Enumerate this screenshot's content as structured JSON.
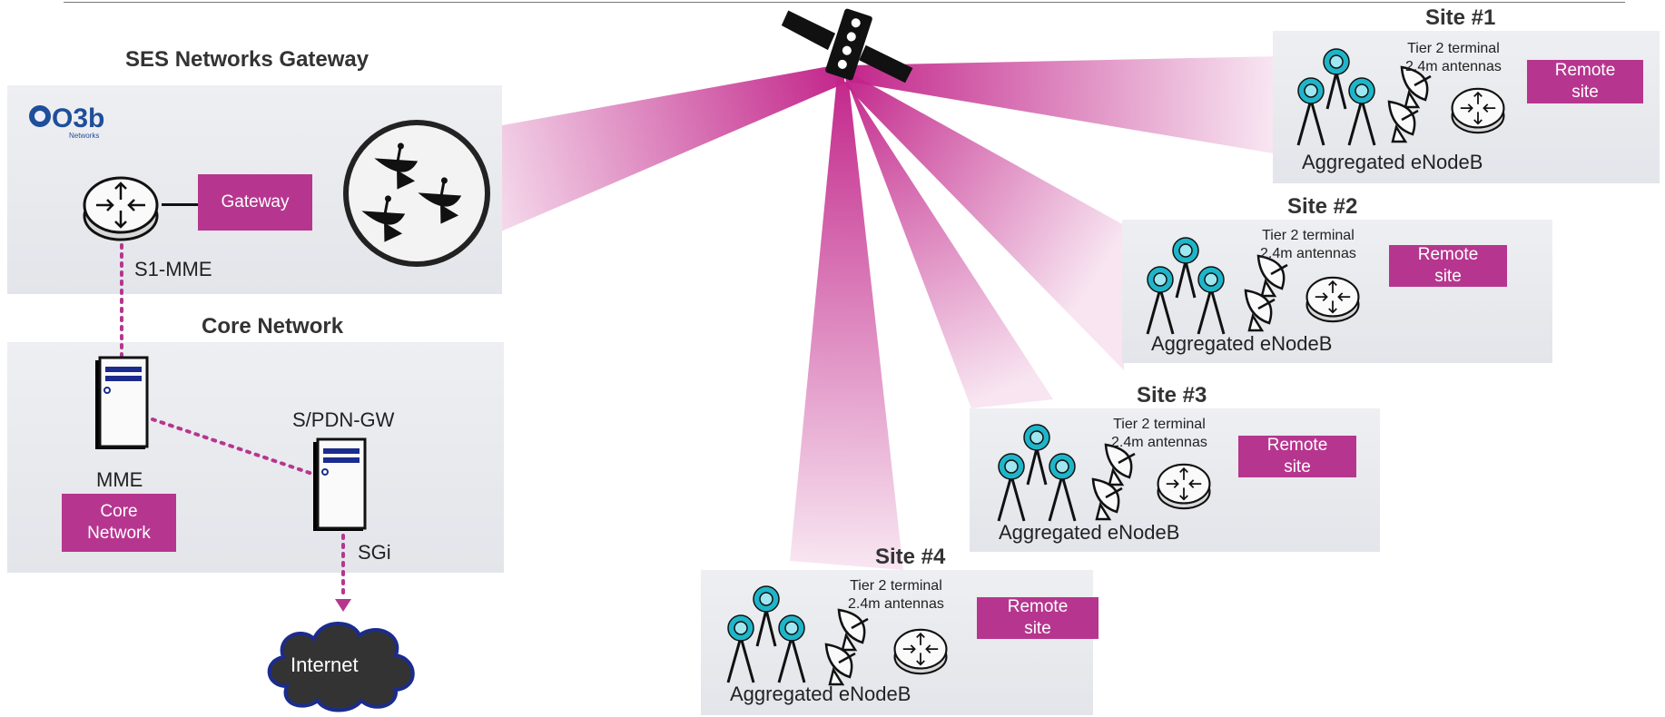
{
  "gateway": {
    "title": "SES Networks Gateway",
    "logo_text": "O3b",
    "logo_subtext": "Networks",
    "badge": "Gateway",
    "link_label": "S1-MME"
  },
  "core": {
    "title": "Core Network",
    "mme_label": "MME",
    "pgw_label": "S/PDN-GW",
    "badge_line1": "Core",
    "badge_line2": "Network",
    "sgi_label": "SGi",
    "internet_label": "Internet"
  },
  "sites": [
    {
      "title": "Site #1",
      "tier_line1": "Tier 2 terminal",
      "tier_line2": "2.4m antennas",
      "badge_line1": "Remote",
      "badge_line2": "site",
      "caption": "Aggregated eNodeB"
    },
    {
      "title": "Site #2",
      "tier_line1": "Tier 2 terminal",
      "tier_line2": "2.4m antennas",
      "badge_line1": "Remote",
      "badge_line2": "site",
      "caption": "Aggregated eNodeB"
    },
    {
      "title": "Site #3",
      "tier_line1": "Tier 2 terminal",
      "tier_line2": "2.4m antennas",
      "badge_line1": "Remote",
      "badge_line2": "site",
      "caption": "Aggregated eNodeB"
    },
    {
      "title": "Site #4",
      "tier_line1": "Tier 2 terminal",
      "tier_line2": "2.4m antennas",
      "badge_line1": "Remote",
      "badge_line2": "site",
      "caption": "Aggregated eNodeB"
    }
  ],
  "colors": {
    "accent": "#b6368f",
    "beam": "#c2258a",
    "panel": "#e8e9ed",
    "cloud": "#333333"
  }
}
